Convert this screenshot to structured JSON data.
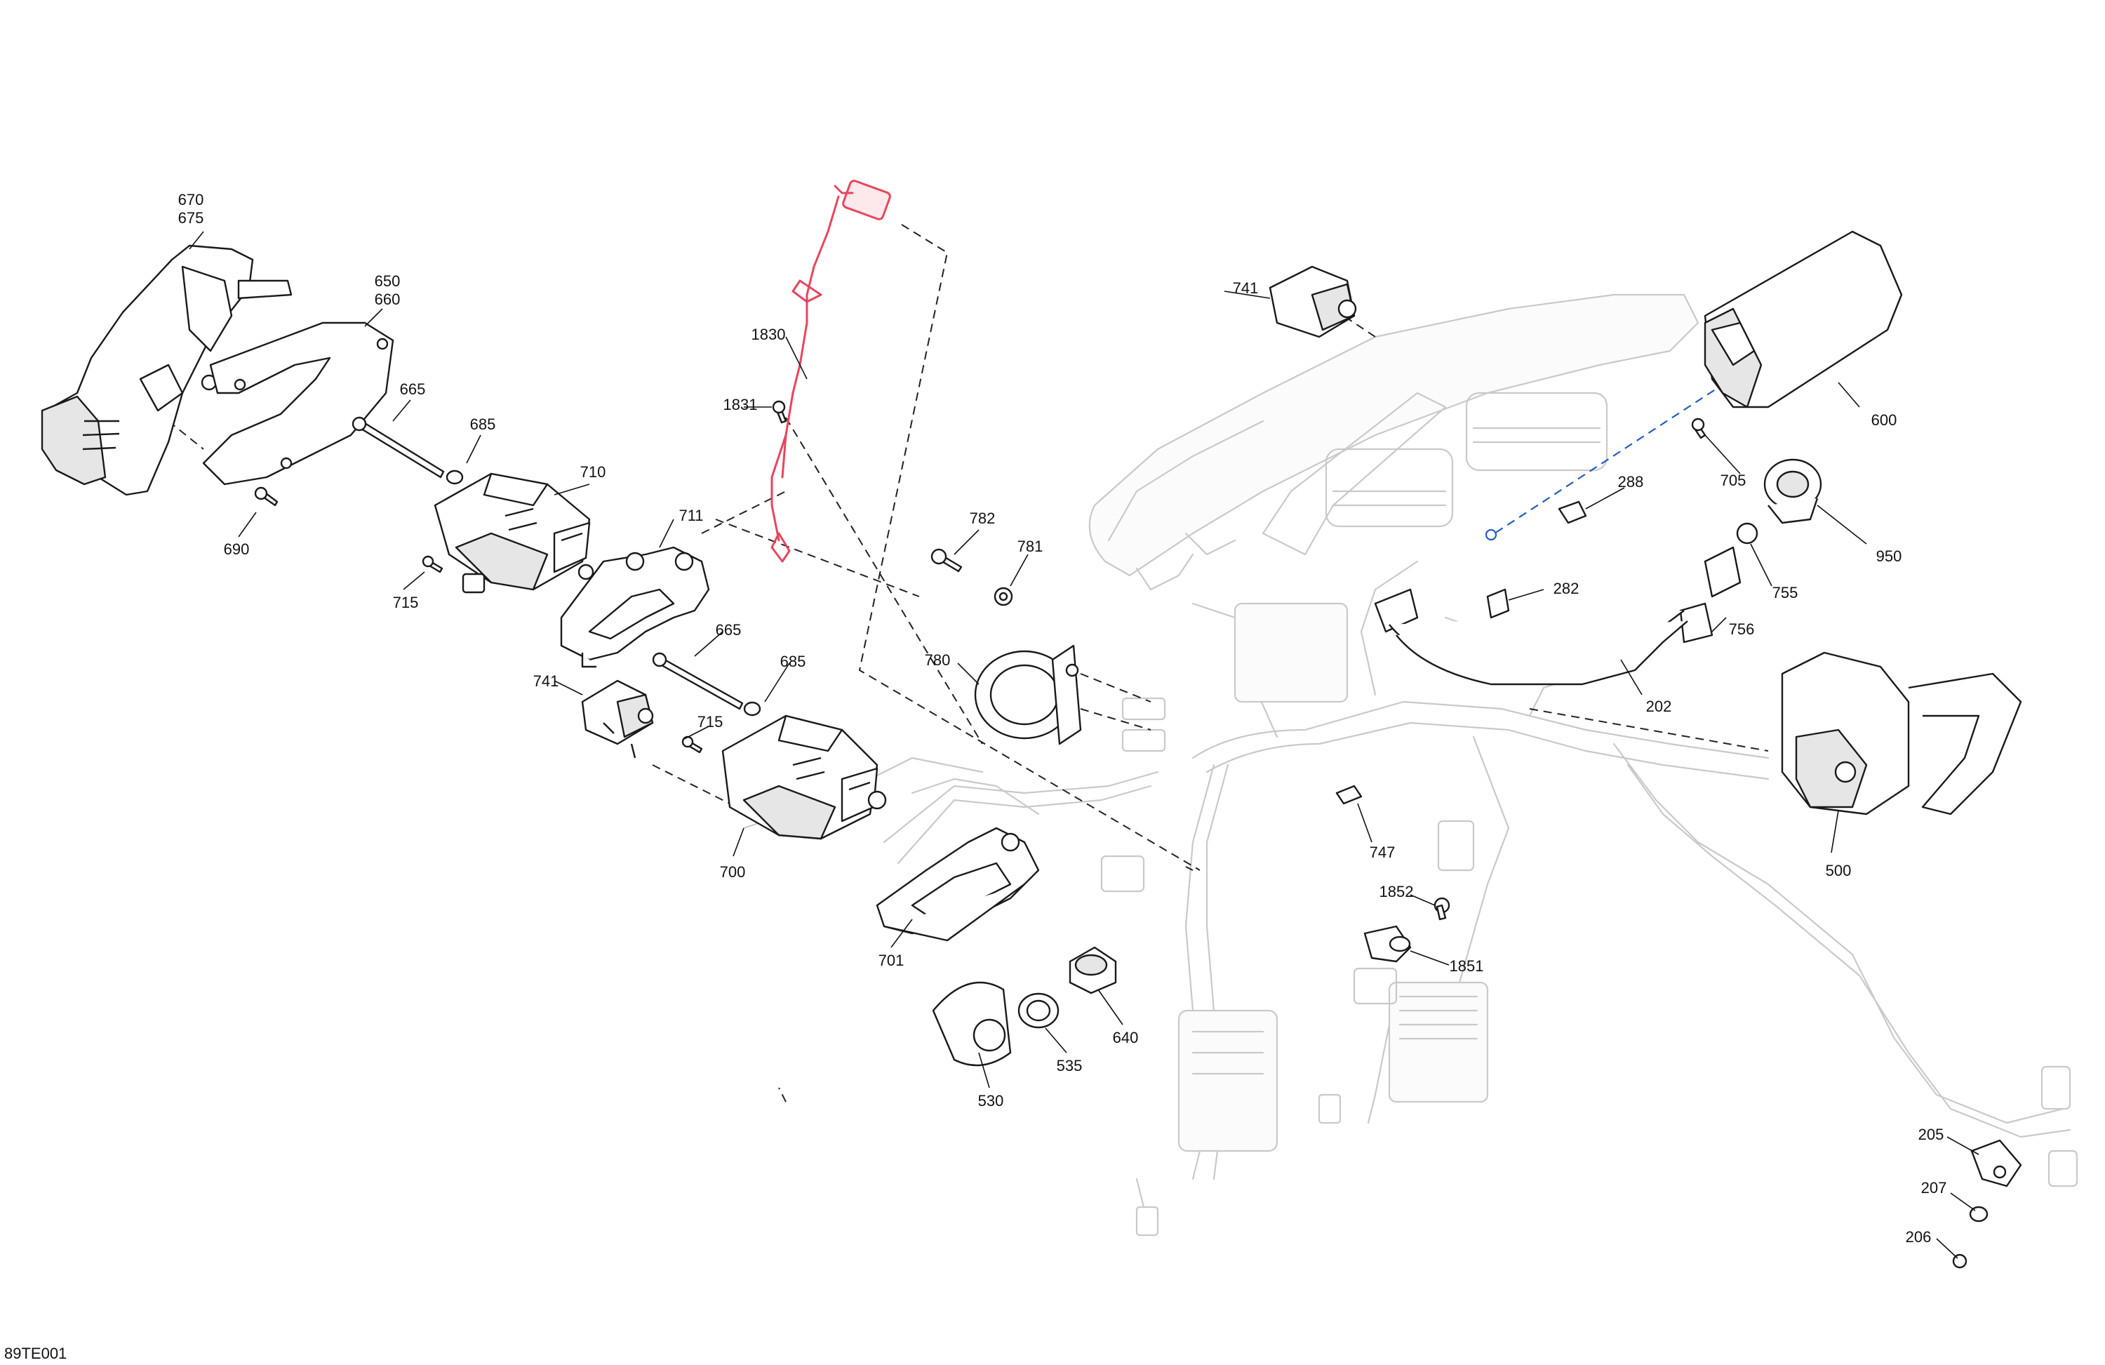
{
  "figure_id": "89TE001",
  "callouts": [
    {
      "id": "c670",
      "text": "670"
    },
    {
      "id": "c675",
      "text": "675"
    },
    {
      "id": "c650",
      "text": "650"
    },
    {
      "id": "c660",
      "text": "660"
    },
    {
      "id": "c665a",
      "text": "665"
    },
    {
      "id": "c685a",
      "text": "685"
    },
    {
      "id": "c710",
      "text": "710"
    },
    {
      "id": "c690",
      "text": "690"
    },
    {
      "id": "c715a",
      "text": "715"
    },
    {
      "id": "c711",
      "text": "711"
    },
    {
      "id": "c1830",
      "text": "1830"
    },
    {
      "id": "c1831",
      "text": "1831"
    },
    {
      "id": "c665b",
      "text": "665"
    },
    {
      "id": "c685b",
      "text": "685"
    },
    {
      "id": "c741a",
      "text": "741"
    },
    {
      "id": "c715b",
      "text": "715"
    },
    {
      "id": "c700",
      "text": "700"
    },
    {
      "id": "c782",
      "text": "782"
    },
    {
      "id": "c781",
      "text": "781"
    },
    {
      "id": "c780",
      "text": "780"
    },
    {
      "id": "c701",
      "text": "701"
    },
    {
      "id": "c530",
      "text": "530"
    },
    {
      "id": "c535",
      "text": "535"
    },
    {
      "id": "c640",
      "text": "640"
    },
    {
      "id": "c741b",
      "text": "741"
    },
    {
      "id": "c600",
      "text": "600"
    },
    {
      "id": "c705",
      "text": "705"
    },
    {
      "id": "c288",
      "text": "288"
    },
    {
      "id": "c950",
      "text": "950"
    },
    {
      "id": "c282",
      "text": "282"
    },
    {
      "id": "c755",
      "text": "755"
    },
    {
      "id": "c756",
      "text": "756"
    },
    {
      "id": "c202",
      "text": "202"
    },
    {
      "id": "c500",
      "text": "500"
    },
    {
      "id": "c747",
      "text": "747"
    },
    {
      "id": "c1852",
      "text": "1852"
    },
    {
      "id": "c1851",
      "text": "1851"
    },
    {
      "id": "c205",
      "text": "205"
    },
    {
      "id": "c207",
      "text": "207"
    },
    {
      "id": "c206",
      "text": "206"
    }
  ],
  "colors": {
    "highlight_part": "#e8455c",
    "assembly_guide": "#1f5fbf",
    "line": "#1a1a1a",
    "ghost": "#c9c9c9"
  }
}
